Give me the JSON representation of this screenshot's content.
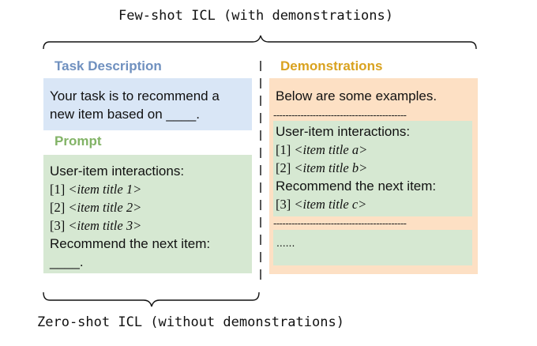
{
  "top_caption": "Few-shot ICL (with demonstrations)",
  "bottom_caption": "Zero-shot ICL (without demonstrations)",
  "colors": {
    "task_heading": "#6f90bf",
    "task_box": "#d9e6f6",
    "prompt_heading": "#82b366",
    "prompt_box": "#d6e8d2",
    "demo_heading": "#d9a21f",
    "demo_box": "#fde0c4",
    "demo_inner": "#d6e8d2"
  },
  "task": {
    "heading": "Task Description",
    "line1": "Your task is to recommend a",
    "line2": "new item based on ____."
  },
  "prompt": {
    "heading": "Prompt",
    "line1": "User-item interactions:",
    "items": [
      {
        "num": "[1]",
        "title": "<item title 1>"
      },
      {
        "num": "[2]",
        "title": "<item title 2>"
      },
      {
        "num": "[3]",
        "title": "<item title 3>"
      }
    ],
    "line_recommend": "Recommend the next item:",
    "blank": "____."
  },
  "demos": {
    "heading": "Demonstrations",
    "intro": "Below are some examples.",
    "separator": "--------------------------------------------",
    "example": {
      "line1": "User-item interactions:",
      "items": [
        {
          "num": "[1]",
          "title": "<item title a>"
        },
        {
          "num": "[2]",
          "title": "<item title b>"
        }
      ],
      "line_recommend": "Recommend the next item:",
      "answer": {
        "num": "[3]",
        "title": "<item title c>"
      }
    },
    "ellipsis": "......"
  }
}
